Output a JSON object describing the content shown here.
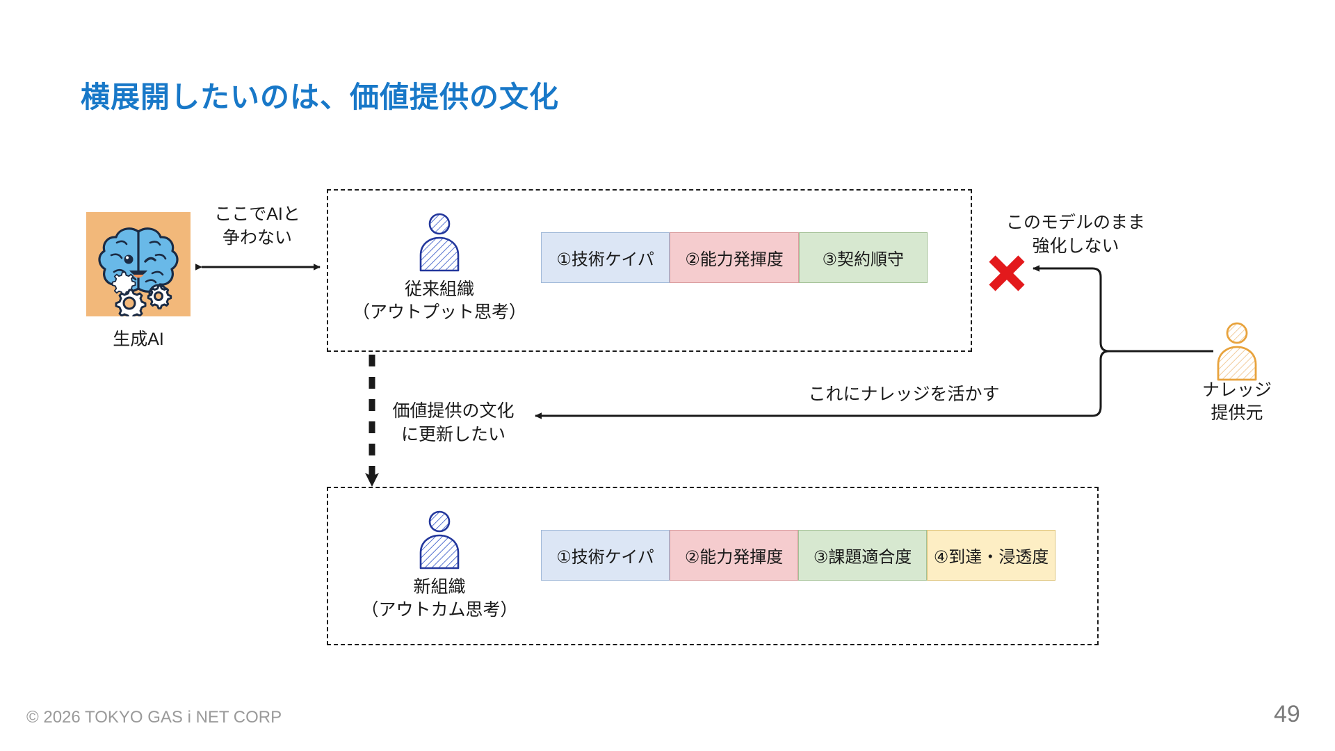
{
  "slide": {
    "title": "横展開したいのは、価値提供の文化",
    "page_number": "49",
    "copyright": "© 2026 TOKYO GAS i NET CORP",
    "accent_color": "#1878c8",
    "footer_color": "#9a9a9a"
  },
  "gen_ai": {
    "label": "生成AI",
    "icon": "brain-gear-icon",
    "tile_color": "#f2b87a",
    "brain_color": "#69b9e8"
  },
  "annotations": {
    "ai_conflict": "ここでAIと\n争わない",
    "ai_conflict_line1": "ここでAIと",
    "ai_conflict_line2": "争わない",
    "model_unchanged_line1": "このモデルのまま",
    "model_unchanged_line2": "強化しない",
    "knowledge_use": "これにナレッジを活かす",
    "culture_update_line1": "価値提供の文化",
    "culture_update_line2": "に更新したい"
  },
  "legacy_org": {
    "icon": "person-sketch-icon",
    "label_line1": "従来組織",
    "label_line2": "（アウトプット思考）",
    "criteria": [
      {
        "label": "①技術ケイパ",
        "color": "#dce6f5",
        "style": "c-blue"
      },
      {
        "label": "②能力発揮度",
        "color": "#f5ccce",
        "style": "c-pink"
      },
      {
        "label": "③契約順守",
        "color": "#d7e8d0",
        "style": "c-green"
      }
    ]
  },
  "new_org": {
    "icon": "person-sketch-icon",
    "label_line1": "新組織",
    "label_line2": "（アウトカム思考）",
    "criteria": [
      {
        "label": "①技術ケイパ",
        "color": "#dce6f5",
        "style": "c-blue"
      },
      {
        "label": "②能力発揮度",
        "color": "#f5ccce",
        "style": "c-pink"
      },
      {
        "label": "③課題適合度",
        "color": "#d7e8d0",
        "style": "c-green"
      },
      {
        "label": "④到達・浸透度",
        "color": "#fdeec4",
        "style": "c-yellow"
      }
    ]
  },
  "knowledge_provider": {
    "icon": "person-sketch-orange-icon",
    "label_line1": "ナレッジ",
    "label_line2": "提供元",
    "color": "#e8a33d"
  },
  "reject_marker": {
    "icon": "red-x-icon",
    "color": "#e3191c"
  }
}
